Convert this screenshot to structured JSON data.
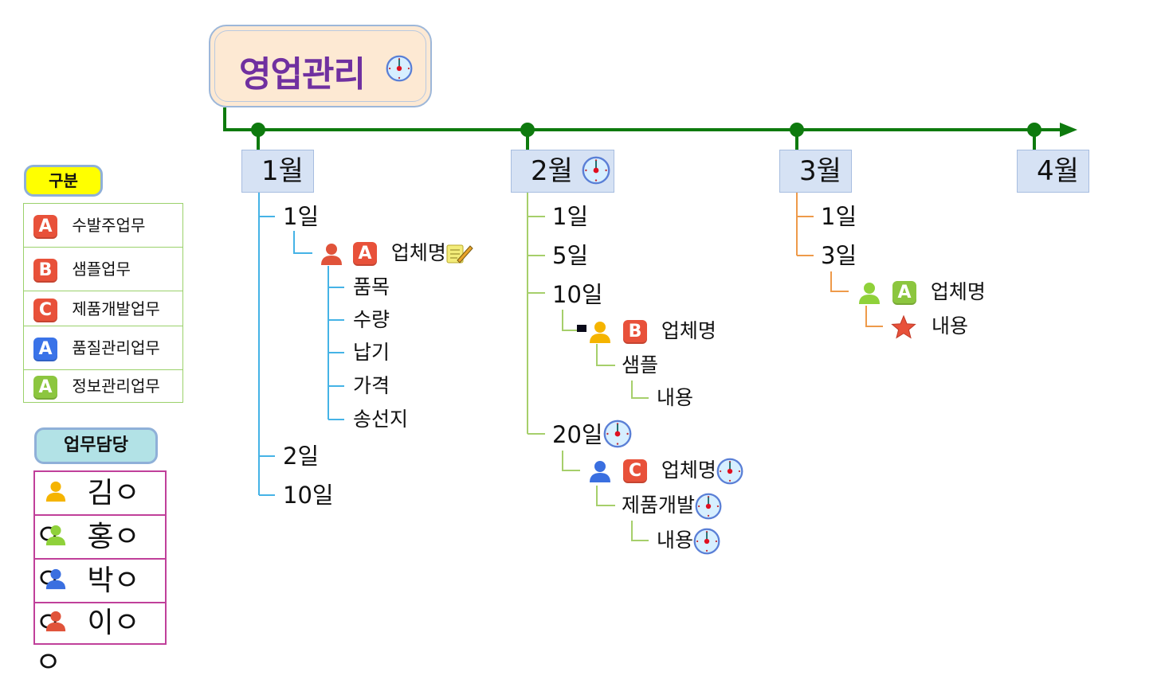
{
  "title": {
    "text": "영업관리",
    "icon": "clock-icon"
  },
  "colors": {
    "timeline": "#0e7a0e",
    "title_text": "#7030a0",
    "title_bg": "#fde9d3",
    "month_bg": "#d6e2f4",
    "branch_jan": "#45b3e6",
    "branch_feb": "#a6cf6b",
    "branch_mar": "#ee9a4a",
    "badge_red": "#e8513a",
    "badge_blue": "#3a73e8",
    "badge_green": "#8cc63f",
    "person_orange": "#f5b400",
    "person_green": "#8fd13a",
    "person_blue": "#3a6fe0",
    "person_red": "#e0533a"
  },
  "legend_category": {
    "header": "구분",
    "items": [
      {
        "badge": "A",
        "badge_color": "red",
        "label": "수발주업무"
      },
      {
        "badge": "B",
        "badge_color": "red",
        "label": "샘플업무"
      },
      {
        "badge": "C",
        "badge_color": "red",
        "label": "제품개발업무"
      },
      {
        "badge": "A",
        "badge_color": "blue",
        "label": "품질관리업무"
      },
      {
        "badge": "A",
        "badge_color": "green",
        "label": "정보관리업무"
      }
    ]
  },
  "legend_staff": {
    "header": "업무담당",
    "items": [
      {
        "person_color": "orange",
        "label": "김ㅇㅇ"
      },
      {
        "person_color": "green",
        "label": "홍ㅇㅇ"
      },
      {
        "person_color": "blue",
        "label": "박ㅇㅇ"
      },
      {
        "person_color": "red",
        "label": "이ㅇㅇ"
      }
    ]
  },
  "months": [
    {
      "label": "1월",
      "children": [
        {
          "label": "1일",
          "children": [
            {
              "person": "red",
              "badge": "A",
              "badge_color": "red",
              "label": "업체명",
              "icon": "note-edit-icon",
              "children": [
                "품목",
                "수량",
                "납기",
                "가격",
                "송선지"
              ]
            }
          ]
        },
        {
          "label": "2일"
        },
        {
          "label": "10일"
        }
      ]
    },
    {
      "label": "2월",
      "icon": "clock-icon",
      "children": [
        {
          "label": "1일"
        },
        {
          "label": "5일"
        },
        {
          "label": "10일",
          "children": [
            {
              "person": "orange",
              "badge": "B",
              "badge_color": "red",
              "label": "업체명",
              "children": [
                {
                  "label": "샘플",
                  "children": [
                    {
                      "label": "내용"
                    }
                  ]
                }
              ]
            }
          ]
        },
        {
          "label": "20일",
          "icon": "clock-icon",
          "children": [
            {
              "person": "blue",
              "badge": "C",
              "badge_color": "red",
              "label": "업체명",
              "icon": "clock-icon",
              "children": [
                {
                  "label": "제품개발",
                  "icon": "clock-icon",
                  "children": [
                    {
                      "label": "내용",
                      "icon": "clock-icon"
                    }
                  ]
                }
              ]
            }
          ]
        }
      ]
    },
    {
      "label": "3월",
      "children": [
        {
          "label": "1일"
        },
        {
          "label": "3일",
          "children": [
            {
              "person": "green",
              "badge": "A",
              "badge_color": "green",
              "label": "업체명",
              "children": [
                {
                  "label": "내용",
                  "icon": "star-icon"
                }
              ]
            }
          ]
        }
      ]
    },
    {
      "label": "4월"
    }
  ]
}
